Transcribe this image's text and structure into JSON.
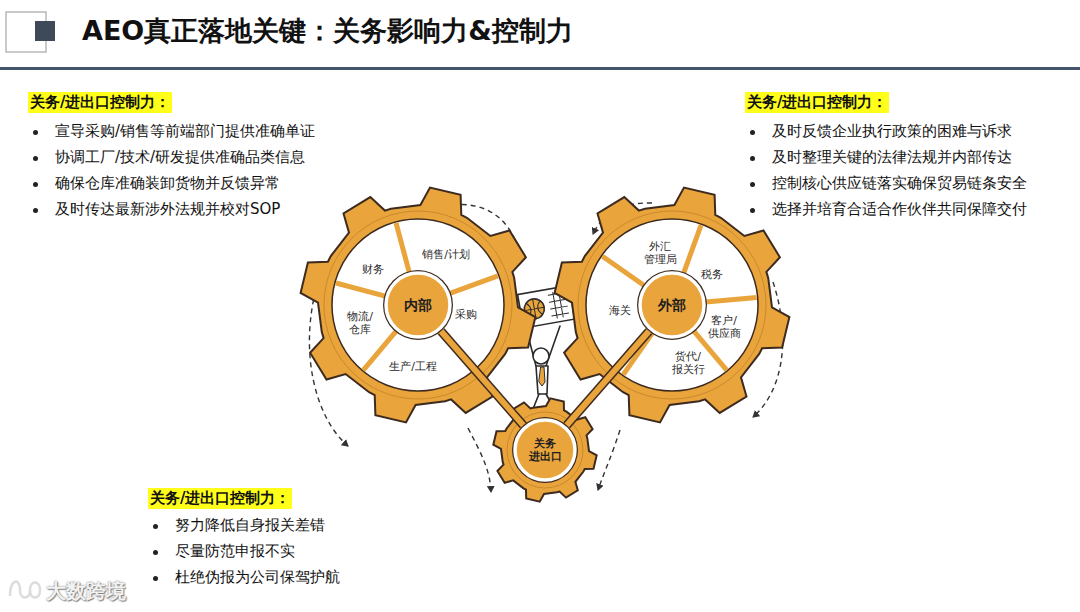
{
  "diagram": {
    "title": "AEO真正落地关键：关务影响力&控制力",
    "nodes": [
      {
        "text": [
          "内部"
        ]
      },
      {
        "text": [
          "财务"
        ],
        "in": 0
      },
      {
        "text": [
          "销售/计划"
        ],
        "in": 0
      },
      {
        "text": [
          "采购"
        ],
        "in": 0
      },
      {
        "text": [
          "生产/工程"
        ],
        "in": 0
      },
      {
        "text": [
          "物流/ 仓库"
        ],
        "in": 0
      },
      {
        "text": [
          "外部"
        ]
      },
      {
        "text": [
          "外汇 管理局"
        ],
        "in": 6
      },
      {
        "text": [
          "税务"
        ],
        "in": 6
      },
      {
        "text": [
          "客户/ 供应商"
        ],
        "in": 6
      },
      {
        "text": [
          "货代/ 报关行"
        ],
        "in": 6
      },
      {
        "text": [
          "海关"
        ],
        "in": 6
      },
      {
        "text": [
          "关务 进出口"
        ]
      }
    ],
    "edges": [
      {
        "from": 12,
        "to": 0,
        "arrow": "none"
      },
      {
        "from": 12,
        "to": 6,
        "arrow": "none"
      }
    ],
    "labels": [
      "关务/进出口控制力：",
      "宣导采购/销售等前端部门提供准确单证",
      "协调工厂/技术/研发提供准确品类信息",
      "确保仓库准确装卸货物并反馈异常",
      "及时传达最新涉外法规并校对SOP",
      "关务/进出口控制力：",
      "及时反馈企业执行政策的困难与诉求",
      "及时整理关键的法律法规并内部传达",
      "控制核心供应链落实确保贸易链条安全",
      "选择并培育合适合作伙伴共同保障交付",
      "关务/进出口控制力：",
      "努力降低自身报关差错",
      "尽量防范申报不实",
      "杜绝伪报为公司保驾护航",
      "大数跨境"
    ]
  }
}
